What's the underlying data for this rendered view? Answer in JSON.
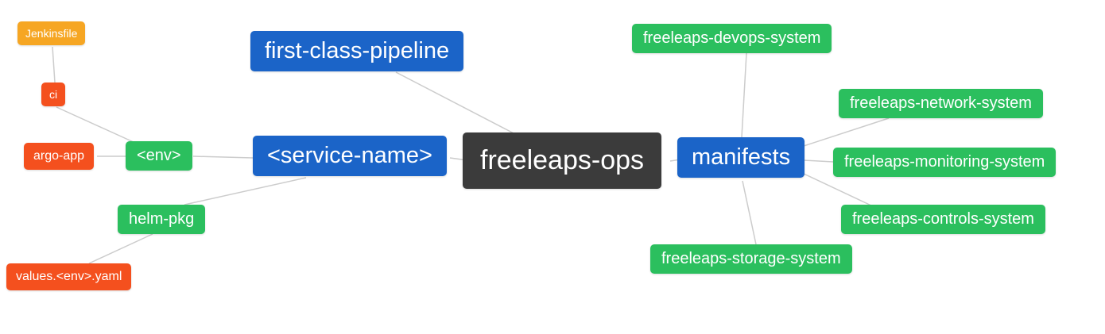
{
  "colors": {
    "blue": "#1b64c8",
    "green": "#2bbf5e",
    "orange": "#f6a623",
    "red": "#f4501e",
    "dark": "#3b3b3b",
    "edge": "#cccccc"
  },
  "nodes": {
    "jenkinsfile": {
      "label": "Jenkinsfile"
    },
    "ci": {
      "label": "ci"
    },
    "argo_app": {
      "label": "argo-app"
    },
    "env": {
      "label": "<env>"
    },
    "first_class_pipeline": {
      "label": "first-class-pipeline"
    },
    "service_name": {
      "label": "<service-name>"
    },
    "helm_pkg": {
      "label": "helm-pkg"
    },
    "values_env_yaml": {
      "label": "values.<env>.yaml"
    },
    "freeleaps_ops": {
      "label": "freeleaps-ops"
    },
    "manifests": {
      "label": "manifests"
    },
    "devops_system": {
      "label": "freeleaps-devops-system"
    },
    "network_system": {
      "label": "freeleaps-network-system"
    },
    "monitoring_system": {
      "label": "freeleaps-monitoring-system"
    },
    "controls_system": {
      "label": "freeleaps-controls-system"
    },
    "storage_system": {
      "label": "freeleaps-storage-system"
    }
  }
}
